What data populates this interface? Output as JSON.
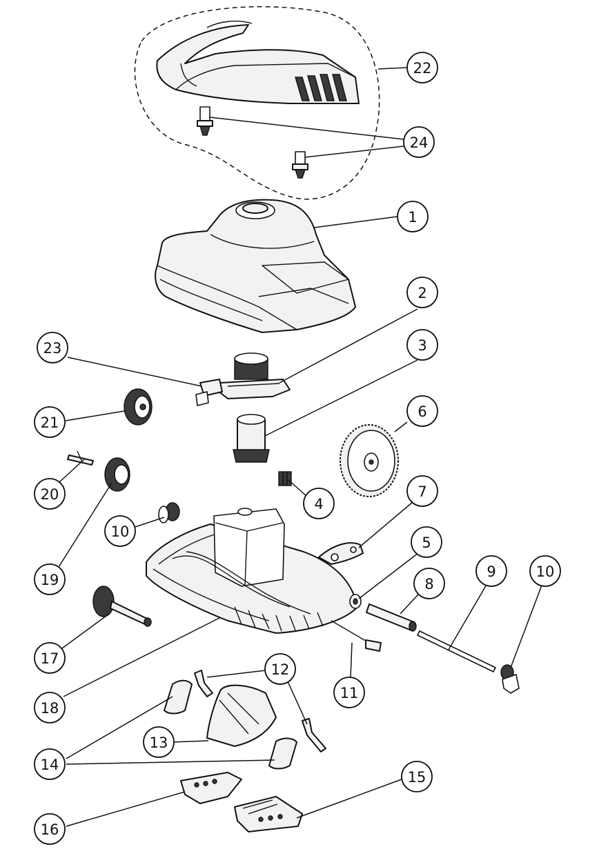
{
  "callouts": [
    "1",
    "2",
    "3",
    "4",
    "5",
    "6",
    "7",
    "8",
    "9",
    "10",
    "10",
    "11",
    "12",
    "13",
    "14",
    "15",
    "16",
    "17",
    "18",
    "19",
    "20",
    "21",
    "22",
    "23",
    "24"
  ],
  "parts": [
    {
      "id": "cover-23"
    },
    {
      "id": "fastener-24"
    },
    {
      "id": "top-housing-1"
    },
    {
      "id": "motor-mount-2"
    },
    {
      "id": "drive-gear-3"
    },
    {
      "id": "coupling-4"
    },
    {
      "id": "spacer-5"
    },
    {
      "id": "large-gear-6"
    },
    {
      "id": "clip-7"
    },
    {
      "id": "bushing-8"
    },
    {
      "id": "axle-9"
    },
    {
      "id": "wheel-cap-10"
    },
    {
      "id": "rod-11"
    },
    {
      "id": "spring-clip-12"
    },
    {
      "id": "center-flap-13"
    },
    {
      "id": "side-flap-14"
    },
    {
      "id": "foot-pad-15"
    },
    {
      "id": "foot-pad-16"
    },
    {
      "id": "axle-gear-17"
    },
    {
      "id": "base-chassis-18"
    },
    {
      "id": "idler-gear-19"
    },
    {
      "id": "pin-20"
    },
    {
      "id": "wheel-21"
    },
    {
      "id": "switch-22"
    }
  ],
  "colors": {
    "line": "#111111",
    "fill": "#f2f2f2",
    "dark": "#3a3a3a",
    "background": "#ffffff"
  }
}
